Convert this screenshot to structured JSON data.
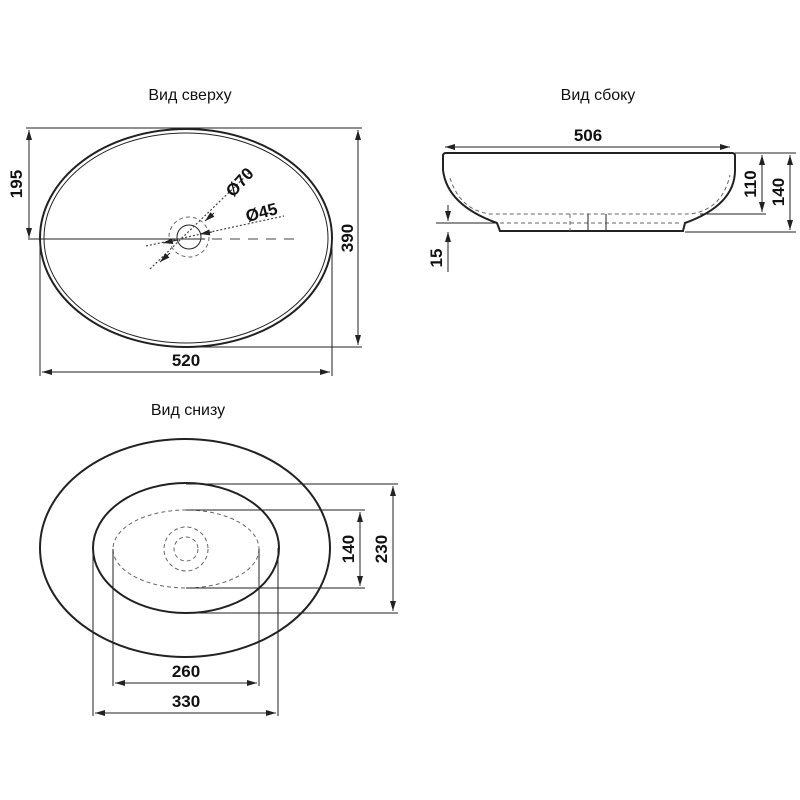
{
  "views": {
    "top": {
      "title": "Вид сверху",
      "dims": {
        "half_depth": "195",
        "depth": "390",
        "width": "520",
        "drain_outer": "Ø70",
        "drain_inner": "Ø45"
      }
    },
    "side": {
      "title": "Вид сбоку",
      "dims": {
        "width": "506",
        "inner_height": "110",
        "height": "140",
        "base_height": "15"
      }
    },
    "bottom": {
      "title": "Вид снизу",
      "dims": {
        "inner_depth": "140",
        "base_depth": "230",
        "inner_width": "260",
        "base_width": "330"
      }
    }
  }
}
